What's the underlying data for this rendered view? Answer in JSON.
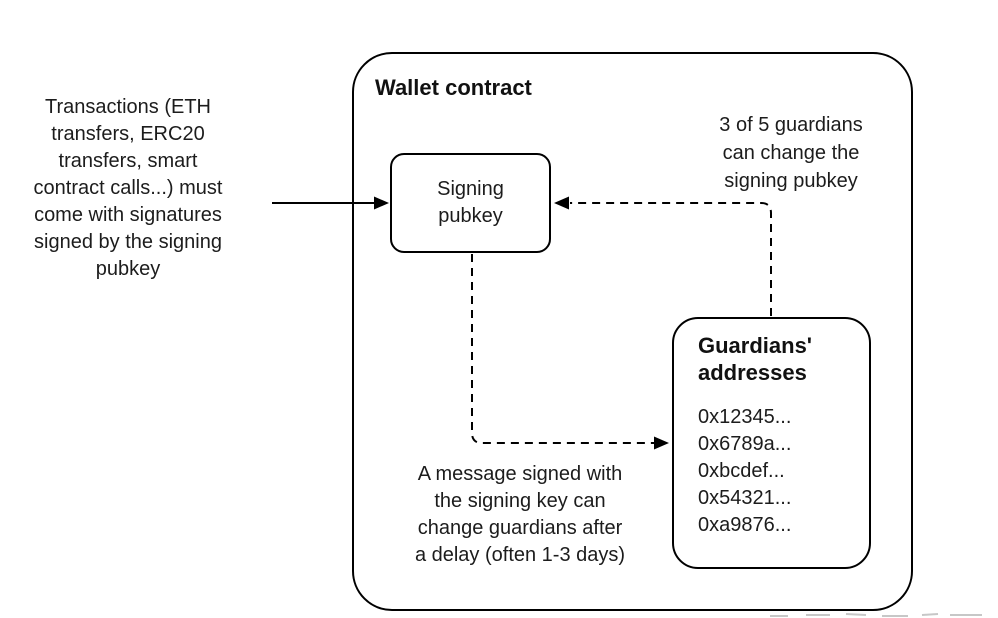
{
  "colors": {
    "stroke": "#000000",
    "text": "#1c1c1c",
    "background": "#ffffff"
  },
  "diagram": {
    "left_note": "Transactions (ETH\ntransfers, ERC20\ntransfers, smart\ncontract calls...) must\ncome with signatures\nsigned by the signing\npubkey",
    "wallet_box": {
      "title": "Wallet contract"
    },
    "signing_box": {
      "label": "Signing\npubkey"
    },
    "guardians_note": "3 of 5 guardians\ncan change the\nsigning pubkey",
    "guardians_box": {
      "title": "Guardians'\naddresses",
      "addresses": [
        "0x12345...",
        "0x6789a...",
        "0xbcdef...",
        "0x54321...",
        "0xa9876..."
      ]
    },
    "delay_note": "A message signed with\nthe signing key can\nchange guardians after\na delay (often 1-3 days)",
    "connections": {
      "transactions_to_signing": "solid arrow into signing pubkey",
      "guardians_to_signing": "dashed arrow into signing pubkey",
      "signing_to_guardians": "dashed arrow into guardians addresses"
    }
  }
}
